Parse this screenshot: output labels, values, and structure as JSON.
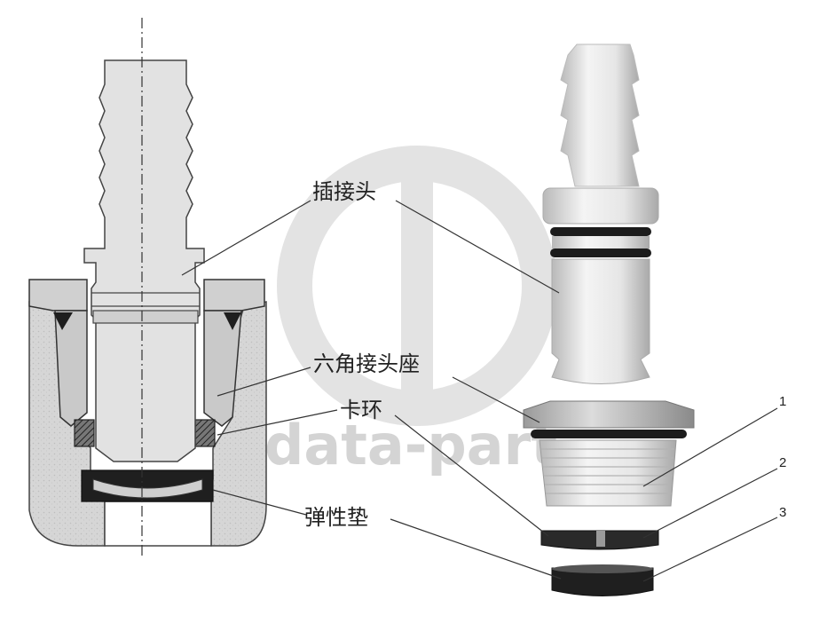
{
  "labels": {
    "plug": "插接头",
    "hex_seat": "六角接头座",
    "snap_ring": "卡环",
    "gasket": "弹性垫"
  },
  "numbers": {
    "n1": "1",
    "n2": "2",
    "n3": "3"
  },
  "watermark": {
    "text": "data-part"
  },
  "colors": {
    "line": "#333333",
    "part_fill": "#e8e8e8",
    "section_fill": "#d9d9d9",
    "dark": "#2a2a2a",
    "watermark": "#d4d4d4"
  }
}
